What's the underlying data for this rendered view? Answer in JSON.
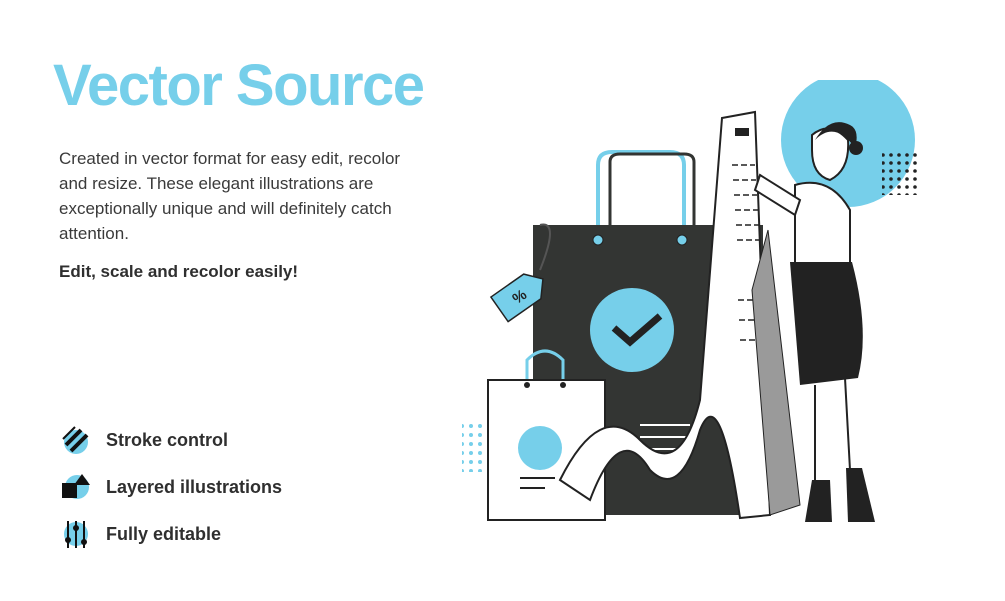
{
  "title": "Vector Source",
  "description": "Created in vector format for easy edit, recolor and resize.  These elegant illustrations are exceptionally unique and will definitely catch attention.",
  "emphasis": "Edit, scale and recolor easily!",
  "features": [
    {
      "label": "Stroke control",
      "icon": "stroke-icon"
    },
    {
      "label": "Layered illustrations",
      "icon": "layers-icon"
    },
    {
      "label": "Fully editable",
      "icon": "sliders-icon"
    }
  ],
  "colors": {
    "accent": "#76cfea",
    "dark": "#333533",
    "text": "#333333"
  },
  "tag_symbol": "%"
}
